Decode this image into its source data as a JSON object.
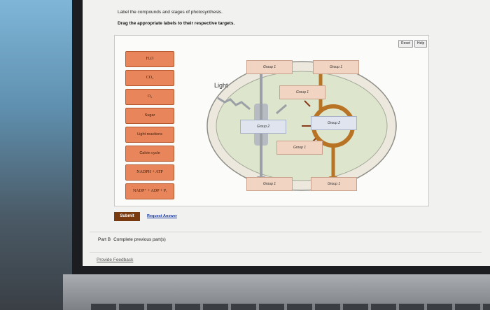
{
  "instructions": {
    "line1": "Label the compounds and stages of photosynthesis.",
    "line2": "Drag the appropriate labels to their respective targets."
  },
  "toolbar": {
    "reset_label": "Reset",
    "help_label": "Help"
  },
  "labels": [
    {
      "id": "h2o",
      "text": "H₂O"
    },
    {
      "id": "co2",
      "text": "CO₂"
    },
    {
      "id": "o2",
      "text": "O₂"
    },
    {
      "id": "sugar",
      "text": "Sugar"
    },
    {
      "id": "light-reactions",
      "text": "Light reactions"
    },
    {
      "id": "calvin-cycle",
      "text": "Calvin cycle"
    },
    {
      "id": "nadph-atp",
      "text": "NADPH + ATP"
    },
    {
      "id": "nadp-adp-pi",
      "text": "NADP⁺ + ADP + Pᵢ"
    }
  ],
  "diagram": {
    "light_label": "Light",
    "targets": [
      {
        "id": "t1",
        "text": "Group 1"
      },
      {
        "id": "t2",
        "text": "Group 1"
      },
      {
        "id": "t3",
        "text": "Group 1"
      },
      {
        "id": "t4",
        "text": "Group 2"
      },
      {
        "id": "t5",
        "text": "Group 2"
      },
      {
        "id": "t6",
        "text": "Group 1"
      },
      {
        "id": "t7",
        "text": "Group 1"
      },
      {
        "id": "t8",
        "text": "Group 1"
      }
    ],
    "colors": {
      "cell": "#ece8dd",
      "stroma": "#dde5cc",
      "cycle": "#b87424",
      "arrow_gray": "#9aa0a6"
    }
  },
  "actions": {
    "submit_label": "Submit",
    "request_answer_label": "Request Answer"
  },
  "part_b": {
    "label": "Part B",
    "text": "Complete previous part(s)"
  },
  "footer": {
    "feedback_label": "Provide Feedback"
  }
}
